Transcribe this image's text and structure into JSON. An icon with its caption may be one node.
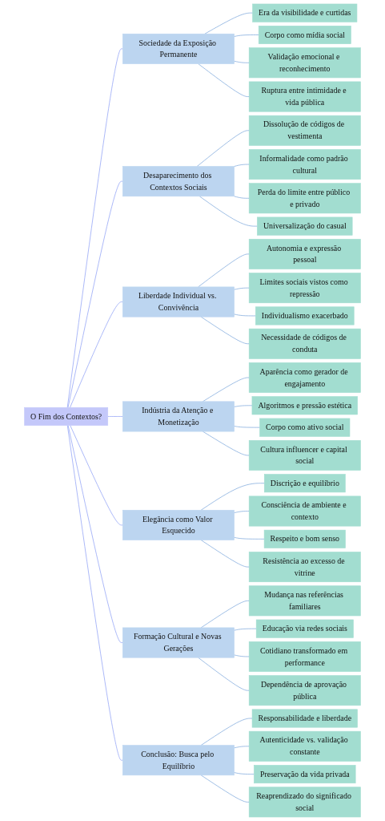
{
  "diagram": {
    "nodes": [
      {
        "text": [
          "O Fim dos Contextos?"
        ]
      },
      {
        "text": [
          "Sociedade da Exposição Permanente"
        ]
      },
      {
        "text": [
          "Era da visibilidade e curtidas"
        ]
      },
      {
        "text": [
          "Corpo como mídia social"
        ]
      },
      {
        "text": [
          "Validação emocional e reconhecimento"
        ]
      },
      {
        "text": [
          "Ruptura entre intimidade e vida pública"
        ]
      },
      {
        "text": [
          "Desaparecimento dos Contextos Sociais"
        ]
      },
      {
        "text": [
          "Dissolução de códigos de vestimenta"
        ]
      },
      {
        "text": [
          "Informalidade como padrão cultural"
        ]
      },
      {
        "text": [
          "Perda do limite entre público e privado"
        ]
      },
      {
        "text": [
          "Universalização do casual"
        ]
      },
      {
        "text": [
          "Liberdade Individual vs. Convivência"
        ]
      },
      {
        "text": [
          "Autonomia e expressão pessoal"
        ]
      },
      {
        "text": [
          "Limites sociais vistos como repressão"
        ]
      },
      {
        "text": [
          "Individualismo exacerbado"
        ]
      },
      {
        "text": [
          "Necessidade de códigos de conduta"
        ]
      },
      {
        "text": [
          "Indústria da Atenção e Monetização"
        ]
      },
      {
        "text": [
          "Aparência como gerador de engajamento"
        ]
      },
      {
        "text": [
          "Algoritmos e pressão estética"
        ]
      },
      {
        "text": [
          "Corpo como ativo social"
        ]
      },
      {
        "text": [
          "Cultura influencer e capital social"
        ]
      },
      {
        "text": [
          "Elegância como Valor Esquecido"
        ]
      },
      {
        "text": [
          "Discrição e equilíbrio"
        ]
      },
      {
        "text": [
          "Consciência de ambiente e contexto"
        ]
      },
      {
        "text": [
          "Respeito e bom senso"
        ]
      },
      {
        "text": [
          "Resistência ao excesso de vitrine"
        ]
      },
      {
        "text": [
          "Formação Cultural e Novas Gerações"
        ]
      },
      {
        "text": [
          "Mudança nas referências familiares"
        ]
      },
      {
        "text": [
          "Educação via redes sociais"
        ]
      },
      {
        "text": [
          "Cotidiano transformado em performance"
        ]
      },
      {
        "text": [
          "Dependência de aprovação pública"
        ]
      },
      {
        "text": [
          "Conclusão: Busca pelo Equilíbrio"
        ]
      },
      {
        "text": [
          "Responsabilidade e liberdade"
        ]
      },
      {
        "text": [
          "Autenticidade vs. validação constante"
        ]
      },
      {
        "text": [
          "Preservação da vida privada"
        ]
      },
      {
        "text": [
          "Reaprendizado do significado social"
        ]
      }
    ],
    "edges": [
      {
        "from": 0,
        "to": 1,
        "arrow": "none"
      },
      {
        "from": 1,
        "to": 2,
        "arrow": "none"
      },
      {
        "from": 1,
        "to": 3,
        "arrow": "none"
      },
      {
        "from": 1,
        "to": 4,
        "arrow": "none"
      },
      {
        "from": 1,
        "to": 5,
        "arrow": "none"
      },
      {
        "from": 0,
        "to": 6,
        "arrow": "none"
      },
      {
        "from": 6,
        "to": 7,
        "arrow": "none"
      },
      {
        "from": 6,
        "to": 8,
        "arrow": "none"
      },
      {
        "from": 6,
        "to": 9,
        "arrow": "none"
      },
      {
        "from": 6,
        "to": 10,
        "arrow": "none"
      },
      {
        "from": 0,
        "to": 11,
        "arrow": "none"
      },
      {
        "from": 11,
        "to": 12,
        "arrow": "none"
      },
      {
        "from": 11,
        "to": 13,
        "arrow": "none"
      },
      {
        "from": 11,
        "to": 14,
        "arrow": "none"
      },
      {
        "from": 11,
        "to": 15,
        "arrow": "none"
      },
      {
        "from": 0,
        "to": 16,
        "arrow": "none"
      },
      {
        "from": 16,
        "to": 17,
        "arrow": "none"
      },
      {
        "from": 16,
        "to": 18,
        "arrow": "none"
      },
      {
        "from": 16,
        "to": 19,
        "arrow": "none"
      },
      {
        "from": 16,
        "to": 20,
        "arrow": "none"
      },
      {
        "from": 0,
        "to": 21,
        "arrow": "none"
      },
      {
        "from": 21,
        "to": 22,
        "arrow": "none"
      },
      {
        "from": 21,
        "to": 23,
        "arrow": "none"
      },
      {
        "from": 21,
        "to": 24,
        "arrow": "none"
      },
      {
        "from": 21,
        "to": 25,
        "arrow": "none"
      },
      {
        "from": 0,
        "to": 26,
        "arrow": "none"
      },
      {
        "from": 26,
        "to": 27,
        "arrow": "none"
      },
      {
        "from": 26,
        "to": 28,
        "arrow": "none"
      },
      {
        "from": 26,
        "to": 29,
        "arrow": "none"
      },
      {
        "from": 26,
        "to": 30,
        "arrow": "none"
      },
      {
        "from": 0,
        "to": 31,
        "arrow": "none"
      },
      {
        "from": 31,
        "to": 32,
        "arrow": "none"
      },
      {
        "from": 31,
        "to": 33,
        "arrow": "none"
      },
      {
        "from": 31,
        "to": 34,
        "arrow": "none"
      },
      {
        "from": 31,
        "to": 35,
        "arrow": "none"
      }
    ]
  }
}
